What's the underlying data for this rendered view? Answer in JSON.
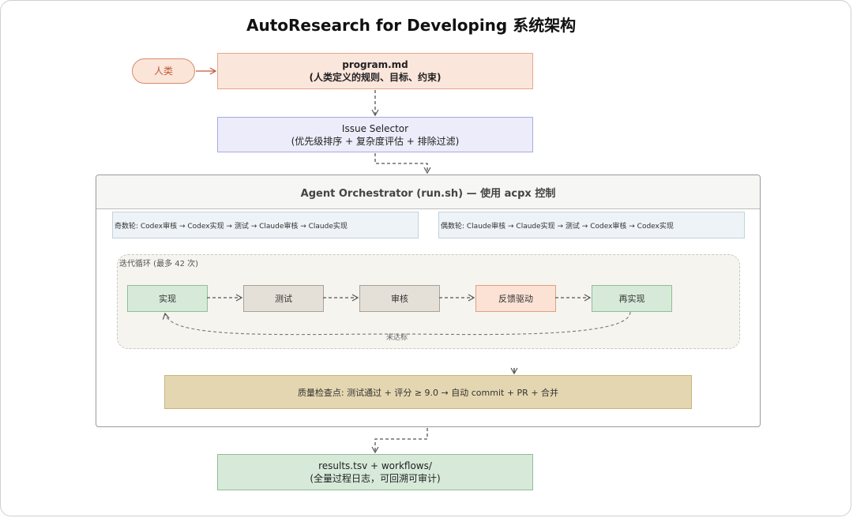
{
  "title": "AutoResearch for Developing 系统架构",
  "human": {
    "label": "人类"
  },
  "program": {
    "line1": "program.md",
    "line2": "(人类定义的规则、目标、约束)"
  },
  "selector": {
    "line1": "Issue Selector",
    "line2": "(优先级排序 + 复杂度评估 + 排除过滤)"
  },
  "orchestrator": {
    "header": "Agent Orchestrator (run.sh) — 使用 acpx 控制",
    "odd_round": "奇数轮: Codex审核 → Codex实现 → 测试 → Claude审核 → Claude实现",
    "even_round": "偶数轮: Claude审核 → Claude实现 → 测试 → Codex审核 → Codex实现",
    "loop_label": "迭代循环 (最多 42 次)",
    "steps": [
      "实现",
      "测试",
      "审核",
      "反馈驱动",
      "再实现"
    ],
    "unmet_label": "未达标",
    "quality_gate": "质量检查点: 测试通过 + 评分 ≥ 9.0 → 自动 commit + PR + 合并"
  },
  "results": {
    "line1": "results.tsv + workflows/",
    "line2": "(全量过程日志，可回溯可审计)"
  },
  "colors": {
    "human_border": "#d98a6a",
    "program_fill": "#fbe6dc",
    "selector_fill": "#ececfa",
    "impl_fill": "#d7ead9",
    "quality_fill": "#e4d6b0",
    "arrow": "#555555"
  }
}
